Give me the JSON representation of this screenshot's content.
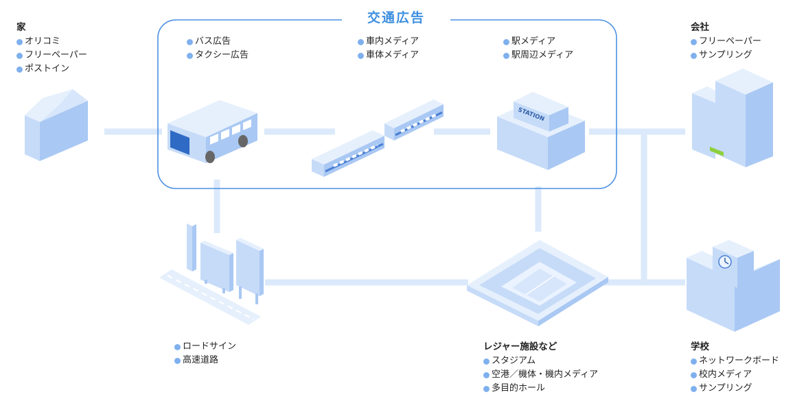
{
  "transport": {
    "title": "交通広告",
    "vehicle_items": [
      "バス広告",
      "タクシー広告"
    ],
    "train_items": [
      "車内メディア",
      "車体メディア"
    ],
    "station_items": [
      "駅メディア",
      "駅周辺メディア"
    ],
    "station_sign": "STATION"
  },
  "home": {
    "title": "家",
    "items": [
      "オリコミ",
      "フリーペーパー",
      "ポストイン"
    ]
  },
  "company": {
    "title": "会社",
    "items": [
      "フリーペーパー",
      "サンプリング"
    ]
  },
  "road": {
    "items": [
      "ロードサイン",
      "高速道路"
    ]
  },
  "leisure": {
    "title": "レジャー施設など",
    "items": [
      "スタジアム",
      "空港／機体・機内メディア",
      "多目的ホール"
    ]
  },
  "school": {
    "title": "学校",
    "items": [
      "ネットワークボード",
      "校内メディア",
      "サンプリング"
    ]
  },
  "colors": {
    "connector": "#dbe9fb",
    "frame": "#4a90e2",
    "title": "#3d8fe0",
    "bullet": "#7fb0ee",
    "top": "#e6f0fd",
    "left": "#c6dbf8",
    "right": "#a9c8f3"
  }
}
